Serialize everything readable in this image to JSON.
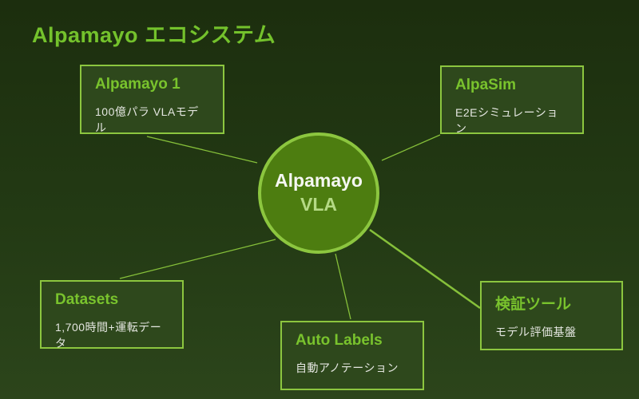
{
  "title": "Alpamayo エコシステム",
  "diagram": {
    "center": {
      "title": "Alpamayo",
      "subtitle": "VLA"
    },
    "boxes": [
      {
        "id": "alpamayo-1",
        "title": "Alpamayo 1",
        "subtitle": "100億パラ VLAモデル"
      },
      {
        "id": "alpasim",
        "title": "AlpaSim",
        "subtitle": "E2Eシミュレーション"
      },
      {
        "id": "datasets",
        "title": "Datasets",
        "subtitle": "1,700時間+運転データ"
      },
      {
        "id": "auto-labels",
        "title": "Auto Labels",
        "subtitle": "自動アノテーション"
      },
      {
        "id": "validation-tools",
        "title": "検証ツール",
        "subtitle": "モデル評価基盤"
      }
    ]
  },
  "colors": {
    "background_top": "#1c2e0e",
    "background_bottom": "#2c451b",
    "accent_green": "#8cc63f",
    "heading_green": "#79c32d",
    "circle_fill": "#4d7d10",
    "circle_subtitle": "#b5da85",
    "subtitle_text": "#e4e6e0",
    "box_fill": "#2e481c"
  }
}
